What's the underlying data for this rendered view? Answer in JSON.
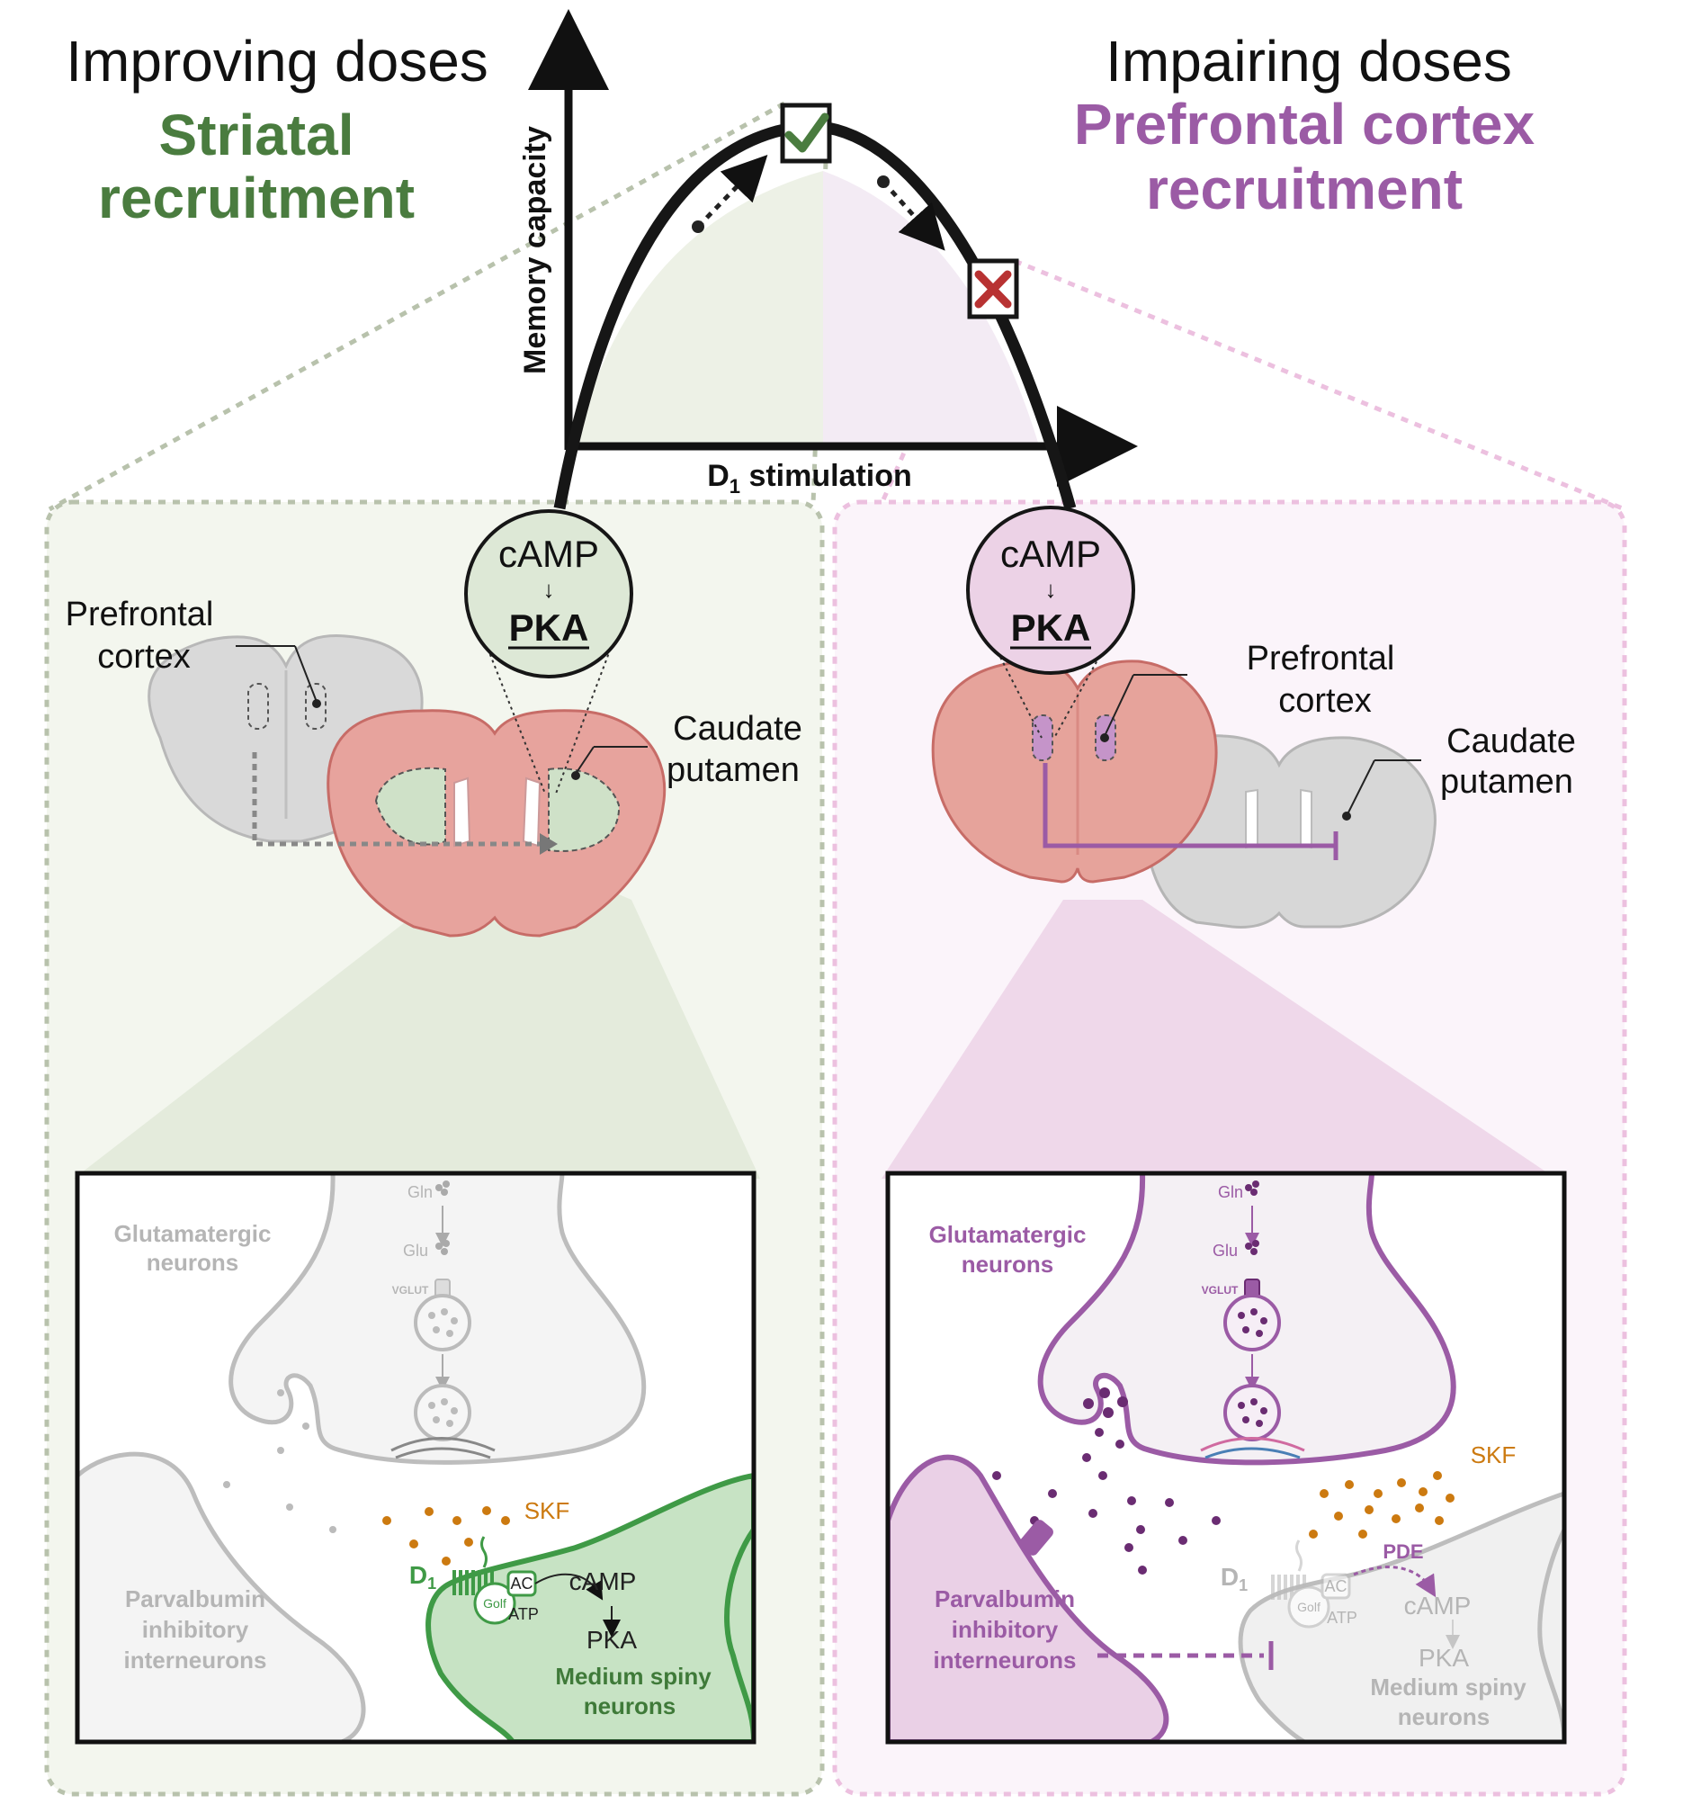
{
  "header": {
    "left_title": "Improving doses",
    "left_subtitle_line1": "Striatal",
    "left_subtitle_line2": "recruitment",
    "right_title": "Impairing doses",
    "right_subtitle_line1": "Prefrontal cortex",
    "right_subtitle_line2": "recruitment"
  },
  "graph": {
    "y_label": "Memory capacity",
    "x_label_main": "D",
    "x_label_sub": "1",
    "x_label_rest": " stimulation"
  },
  "left_panel": {
    "bubble_top": "cAMP",
    "bubble_arrow": "↓",
    "bubble_bottom": "PKA",
    "pfc_label_1": "Prefrontal",
    "pfc_label_2": "cortex",
    "cp_label_1": "Caudate",
    "cp_label_2": "putamen",
    "inset": {
      "gln": "Gln",
      "glu": "Glu",
      "vglut": "VGLUT",
      "glut_1": "Glutamatergic",
      "glut_2": "neurons",
      "skf": "SKF",
      "d1": "D",
      "d1_sub": "1",
      "golf": "Golf",
      "ac": "AC",
      "atp": "ATP",
      "camp": "cAMP",
      "pka": "PKA",
      "pv_1": "Parvalbumin",
      "pv_2": "inhibitory",
      "pv_3": "interneurons",
      "msn_1": "Medium spiny",
      "msn_2": "neurons"
    }
  },
  "right_panel": {
    "bubble_top": "cAMP",
    "bubble_arrow": "↓",
    "bubble_bottom": "PKA",
    "pfc_label_1": "Prefrontal",
    "pfc_label_2": "cortex",
    "cp_label_1": "Caudate",
    "cp_label_2": "putamen",
    "inset": {
      "gln": "Gln",
      "glu": "Glu",
      "vglut": "VGLUT",
      "glut_1": "Glutamatergic",
      "glut_2": "neurons",
      "skf": "SKF",
      "pde": "PDE",
      "d1": "D",
      "d1_sub": "1",
      "golf": "Golf",
      "ac": "AC",
      "atp": "ATP",
      "camp": "cAMP",
      "pka": "PKA",
      "pv_1": "Parvalbumin",
      "pv_2": "inhibitory",
      "pv_3": "interneurons",
      "msn_1": "Medium spiny",
      "msn_2": "neurons"
    }
  },
  "colors": {
    "green": "#4a7c3f",
    "purple": "#9b5ba5",
    "orange": "#cc7a10",
    "red": "#b83232",
    "gray_text": "#b5b5b5"
  }
}
